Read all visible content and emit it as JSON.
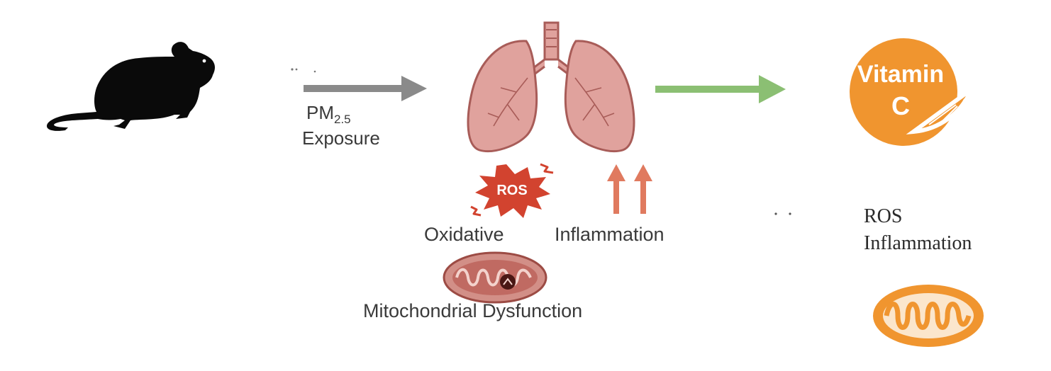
{
  "exposure": {
    "pm_main": "PM",
    "pm_sub": "2.5",
    "exposure_label": "Exposure"
  },
  "effects": {
    "ros_badge": "ROS",
    "oxidative_label": "Oxidative",
    "inflammation_label": "Inflammation",
    "mito_label": "Mitochondrial Dysfunction"
  },
  "treatment": {
    "vitamin_word": "Vitamin",
    "vitamin_letter": "C",
    "outcome_ros": "ROS",
    "outcome_inflammation": "Inflammation"
  },
  "colors": {
    "mouse": "#0a0a0a",
    "pm_arrow": "#8a8a8a",
    "lung_fill": "#e0a29d",
    "lung_stroke": "#a85c58",
    "ros_burst": "#d2432f",
    "inflammation_arrows": "#e07a5f",
    "treatment_arrow": "#8bbf73",
    "vitamin_c": "#f0952f"
  }
}
